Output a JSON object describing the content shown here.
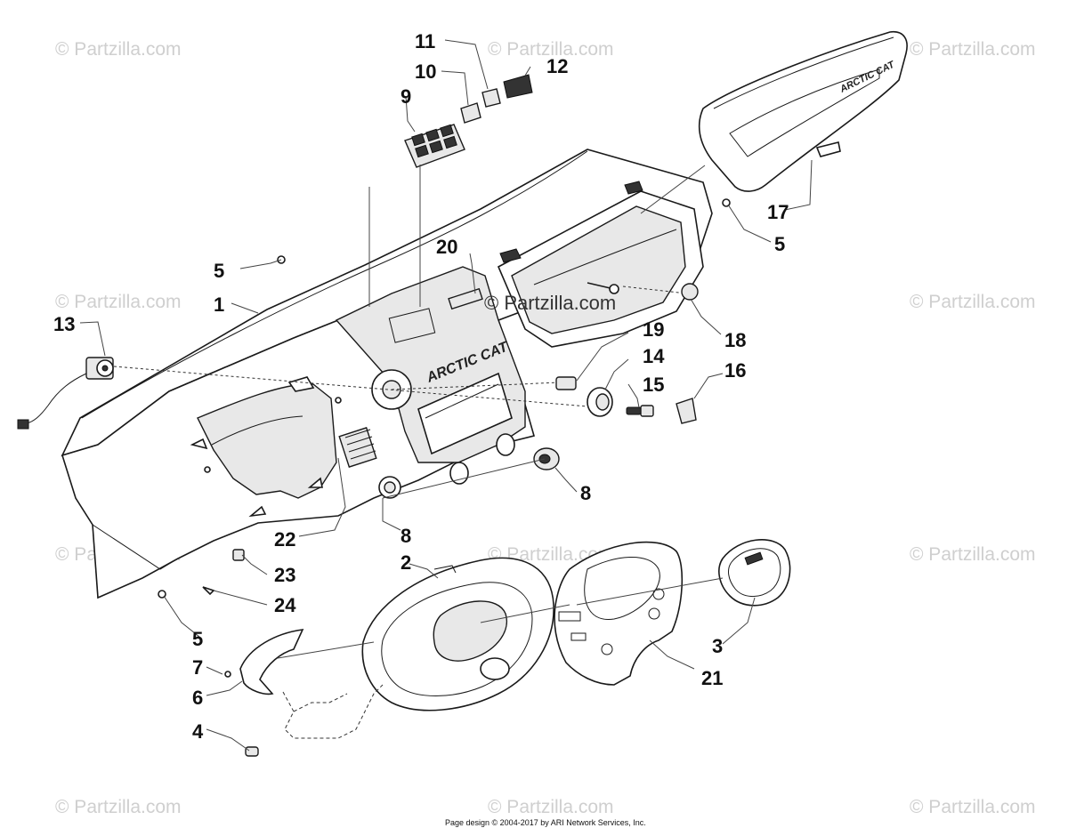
{
  "watermark_text": "© Partzilla.com",
  "center_watermark_text": "© Partzilla.com",
  "footer_text": "Page design © 2004-2017 by ARI Network Services, Inc.",
  "brand_mark": "ARCTIC CAT",
  "callouts": {
    "c1": "1",
    "c2": "2",
    "c3": "3",
    "c4": "4",
    "c5a": "5",
    "c5b": "5",
    "c5c": "5",
    "c6": "6",
    "c7": "7",
    "c8a": "8",
    "c8b": "8",
    "c9": "9",
    "c10": "10",
    "c11": "11",
    "c12": "12",
    "c13": "13",
    "c14": "14",
    "c15": "15",
    "c16": "16",
    "c17": "17",
    "c18": "18",
    "c19": "19",
    "c20": "20",
    "c21": "21",
    "c22": "22",
    "c23": "23",
    "c24": "24"
  },
  "colors": {
    "line": "#1a1a1a",
    "watermark": "#cfcfcf",
    "background": "#ffffff"
  }
}
